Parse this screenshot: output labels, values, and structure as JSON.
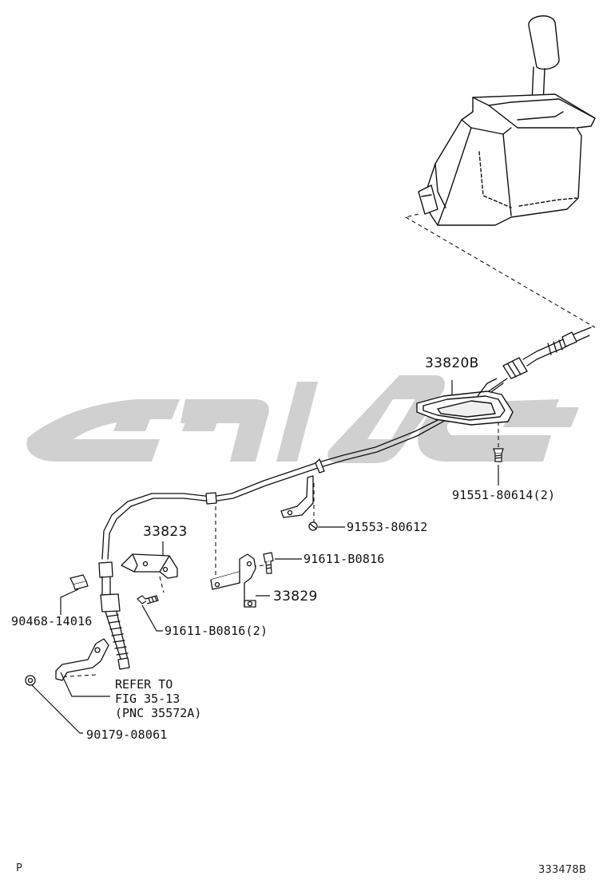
{
  "labels": {
    "cable_assy": "33820B",
    "bracket_left": "33823",
    "bracket_right": "33829",
    "bolt_housing": "91551-80614(2)",
    "bolt_bracket_upper": "91553-80612",
    "bolt_33829": "91611-B0816",
    "bolt_33823": "91611-B0816(2)",
    "clip": "90468-14016",
    "nut": "90179-08061"
  },
  "note": {
    "line1": "REFER TO",
    "line2": "FIG 35-13",
    "line3": "(PNC 35572A)"
  },
  "footer": {
    "left_code": "P",
    "figure_id": "333478B"
  }
}
